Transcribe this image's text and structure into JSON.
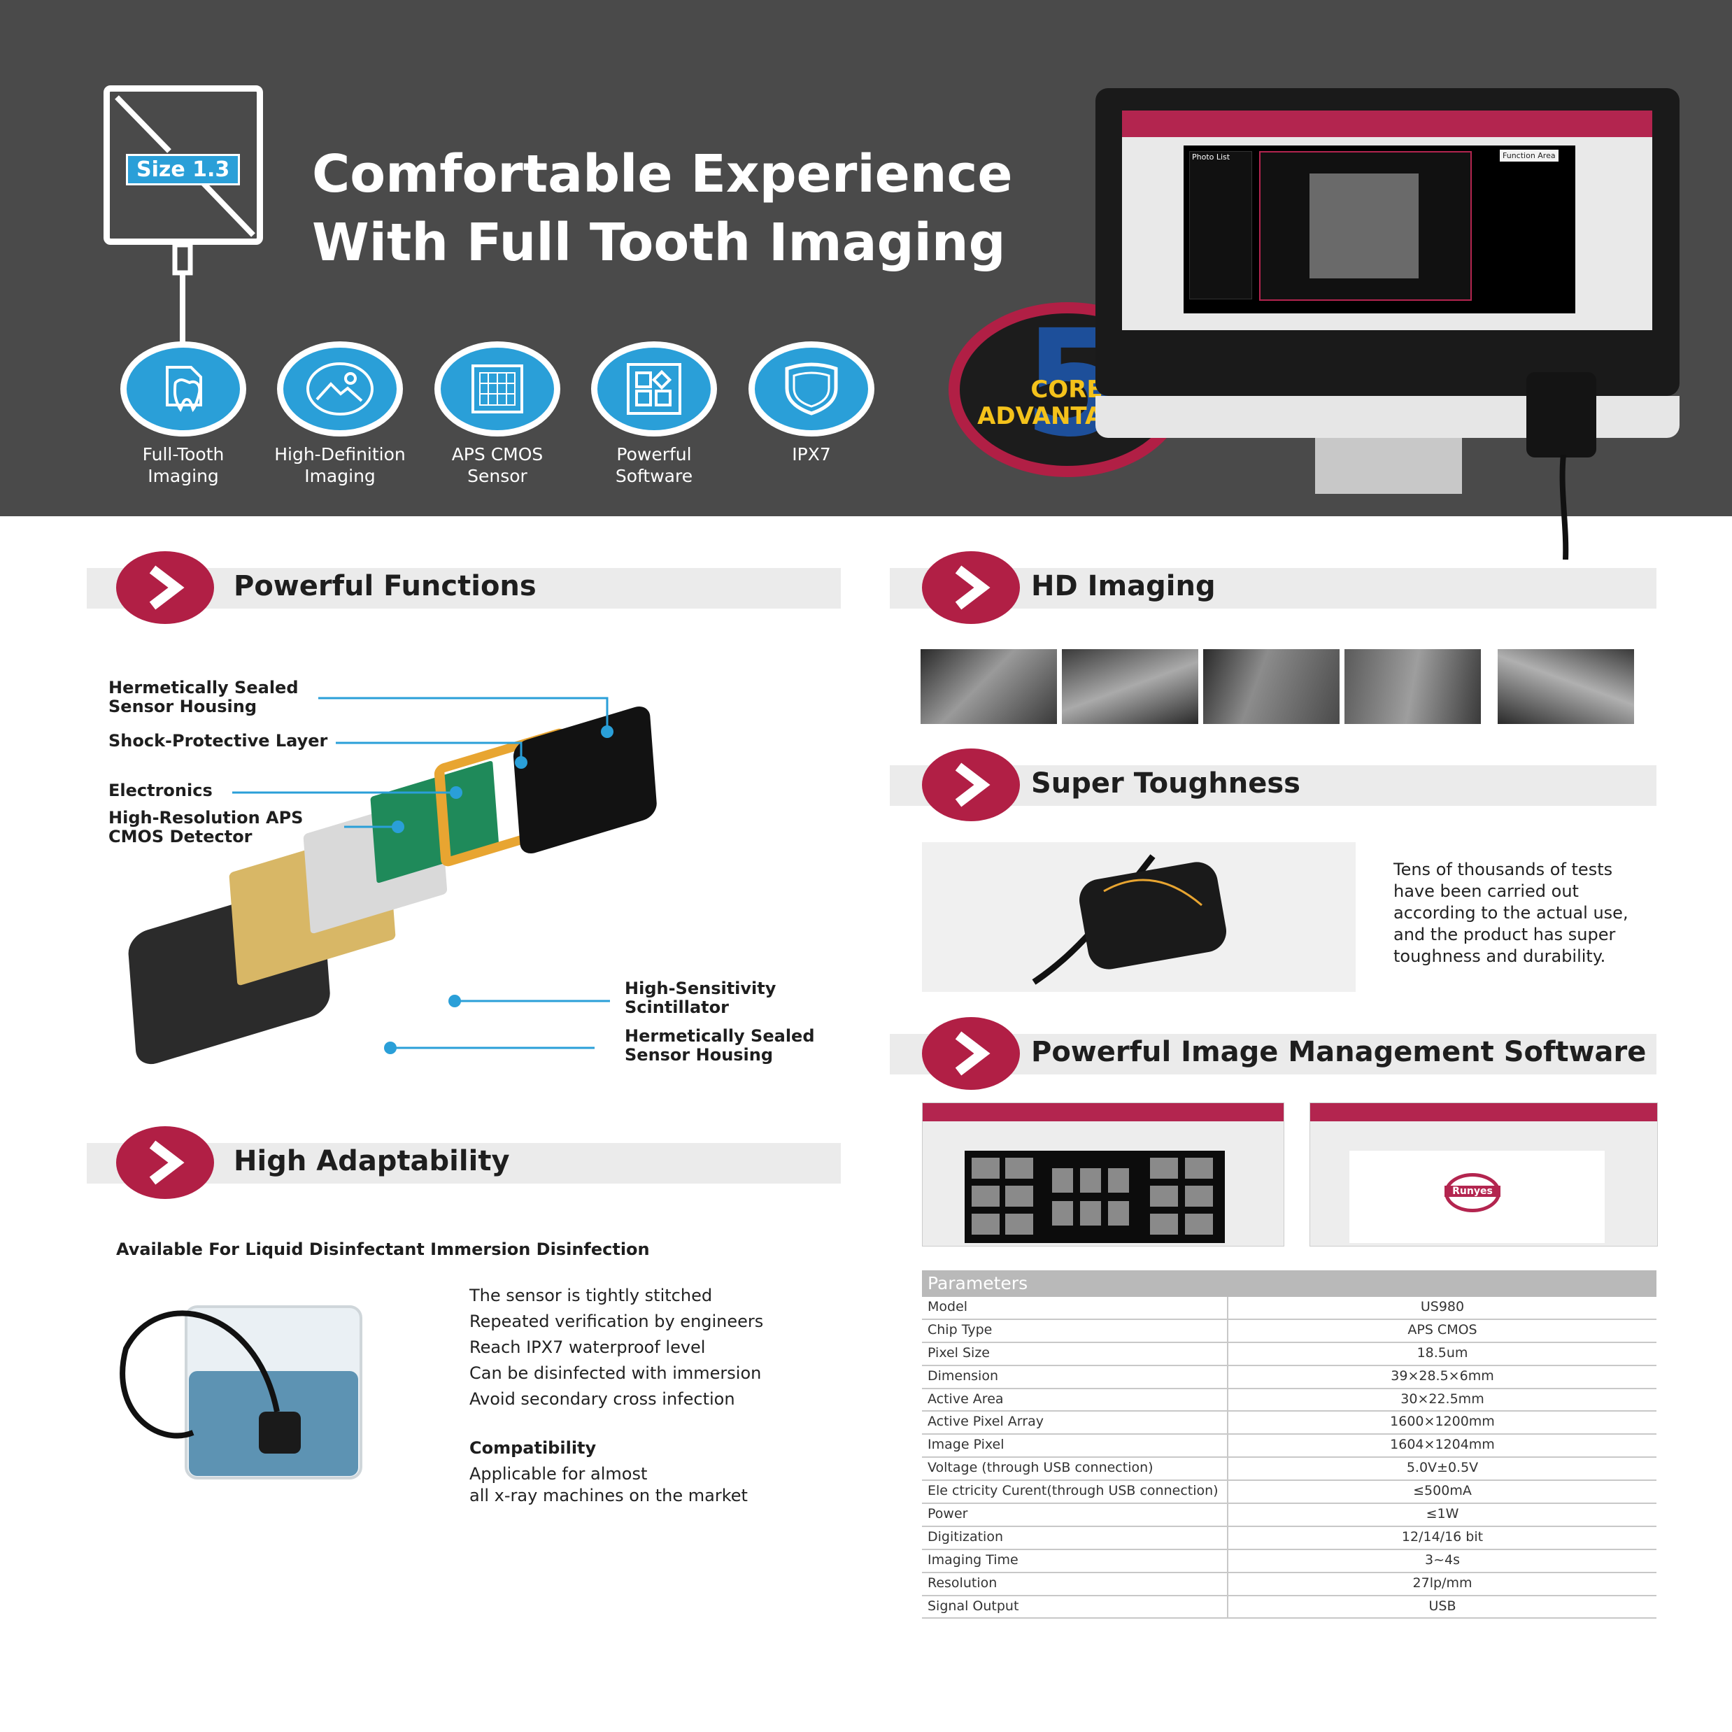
{
  "hero": {
    "size_tag": "Size 1.3",
    "title_line1": "Comfortable Experience",
    "title_line2": "With Full Tooth Imaging",
    "features": [
      {
        "label_line1": "Full-Tooth",
        "label_line2": "Imaging",
        "icon": "tooth-icon"
      },
      {
        "label_line1": "High-Definition",
        "label_line2": "Imaging",
        "icon": "image-icon"
      },
      {
        "label_line1": "APS CMOS",
        "label_line2": "Sensor",
        "icon": "chip-icon"
      },
      {
        "label_line1": "Powerful",
        "label_line2": "Software",
        "icon": "apps-icon"
      },
      {
        "label_line1": "IPX7",
        "label_line2": "",
        "icon": "shield-icon"
      }
    ],
    "badge_number": "5",
    "badge_line1": "CORE",
    "badge_line2": "ADVANTAGES",
    "screen": {
      "photo_list": "Photo List",
      "function_area": "Function Area"
    }
  },
  "sections": {
    "powerful_functions": "Powerful Functions",
    "hd_imaging": "HD Imaging",
    "super_toughness": "Super Toughness",
    "software": "Powerful Image Management Software",
    "high_adaptability": "High Adaptability"
  },
  "diagram": {
    "labels": [
      {
        "line1": "Hermetically Sealed",
        "line2": "Sensor Housing"
      },
      {
        "line1": "Shock-Protective Layer",
        "line2": ""
      },
      {
        "line1": "Electronics",
        "line2": ""
      },
      {
        "line1": "High-Resolution APS",
        "line2": "CMOS Detector"
      },
      {
        "line1": "High-Sensitivity",
        "line2": "Scintillator"
      },
      {
        "line1": "Hermetically Sealed",
        "line2": "Sensor Housing"
      }
    ]
  },
  "toughness": {
    "lines": [
      "Tens of thousands of tests",
      "have been carried out",
      "according to the actual use,",
      "and the product has super",
      "toughness and durability."
    ]
  },
  "software_logo": "Runyes",
  "adaptability": {
    "subtitle": "Available For Liquid Disinfectant Immersion Disinfection",
    "points": [
      "The sensor is tightly stitched",
      "Repeated verification by engineers",
      "Reach IPX7 waterproof level",
      "Can be disinfected with immersion",
      "Avoid secondary cross infection"
    ],
    "compat_title": "Compatibility",
    "compat_lines": [
      "Applicable for almost",
      "all x-ray machines on the market"
    ]
  },
  "parameters": {
    "title": "Parameters",
    "rows": [
      {
        "k": "Model",
        "v": "US980"
      },
      {
        "k": "Chip Type",
        "v": "APS CMOS"
      },
      {
        "k": "Pixel Size",
        "v": "18.5um"
      },
      {
        "k": "Dimension",
        "v": "39×28.5×6mm"
      },
      {
        "k": "Active Area",
        "v": "30×22.5mm"
      },
      {
        "k": "Active Pixel Array",
        "v": "1600×1200mm"
      },
      {
        "k": "Image Pixel",
        "v": "1604×1204mm"
      },
      {
        "k": "Voltage (through USB connection)",
        "v": "5.0V±0.5V"
      },
      {
        "k": "Ele ctricity Curent(through USB connection)",
        "v": "≤500mA"
      },
      {
        "k": "Power",
        "v": "≤1W"
      },
      {
        "k": "Digitization",
        "v": "12/14/16 bit"
      },
      {
        "k": "Imaging Time",
        "v": "3~4s"
      },
      {
        "k": "Resolution",
        "v": "27lp/mm"
      },
      {
        "k": "Signal Output",
        "v": "USB"
      }
    ]
  }
}
